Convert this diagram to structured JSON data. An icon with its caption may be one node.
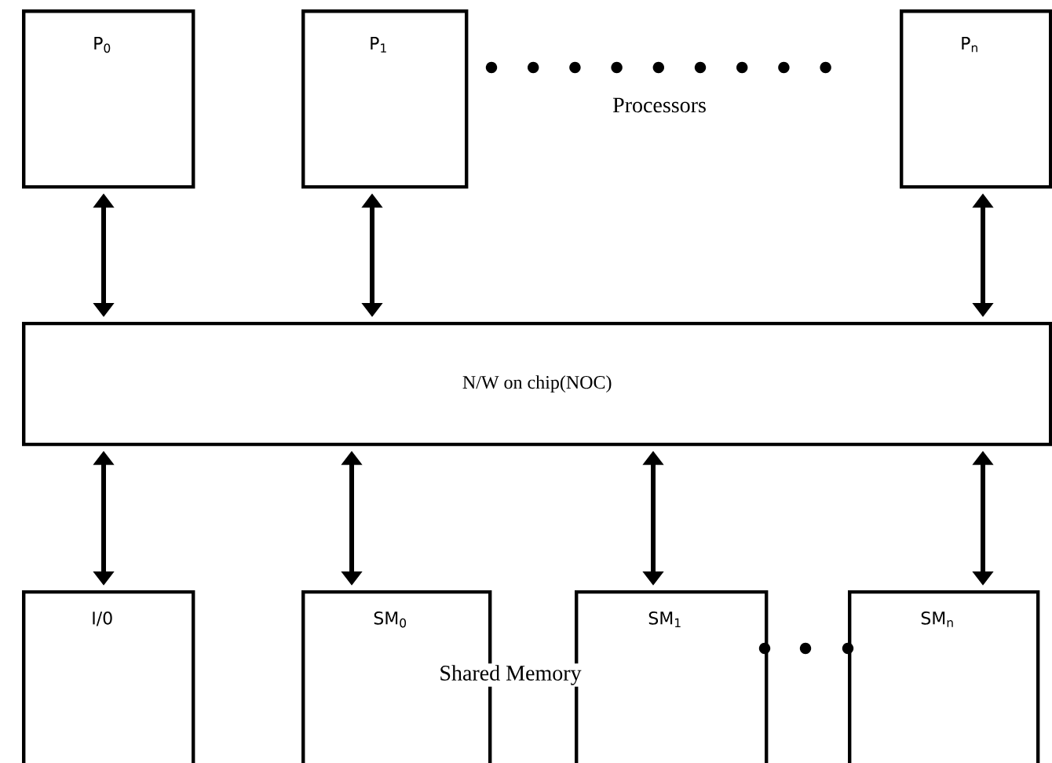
{
  "diagram": {
    "nodes": [
      {
        "text": [
          "P$_{0}$"
        ]
      },
      {
        "text": [
          "P$_{1}$"
        ]
      },
      {
        "text": [
          "P$_{n}$"
        ]
      },
      {
        "text": [
          "N/W on chip(NOC)"
        ]
      },
      {
        "text": [
          "I/0"
        ]
      },
      {
        "text": [
          "SM$_{0}$"
        ]
      },
      {
        "text": [
          "SM$_{1}$"
        ]
      },
      {
        "text": [
          "SM$_{n}$"
        ]
      }
    ],
    "edges": [
      {
        "from": 0,
        "to": 3,
        "arrow": "both"
      },
      {
        "from": 1,
        "to": 3,
        "arrow": "both"
      },
      {
        "from": 2,
        "to": 3,
        "arrow": "both"
      },
      {
        "from": 3,
        "to": 4,
        "arrow": "both"
      },
      {
        "from": 3,
        "to": 5,
        "arrow": "both"
      },
      {
        "from": 3,
        "to": 6,
        "arrow": "both"
      },
      {
        "from": 3,
        "to": 7,
        "arrow": "both"
      }
    ],
    "labels": [
      "Processors",
      "Shared Memory"
    ]
  }
}
